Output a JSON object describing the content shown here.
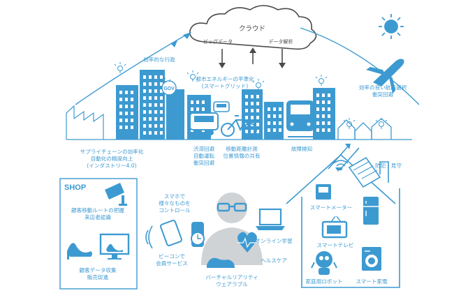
{
  "cloud": {
    "title": "クラウド",
    "big_data": "ビッグデータ",
    "analysis": "データ解析"
  },
  "labels": {
    "efficient_admin": "効率的な行政",
    "gov": "GOV",
    "smart_grid_1": "都市エネルギーの平準化",
    "smart_grid_2": "(スマートグリッド)",
    "traffic_1": "効率の良い航路選択",
    "traffic_2": "衝突回避",
    "supply_1": "サプライチェーンの効率化",
    "supply_2": "自動化の精度向上",
    "supply_3": "(インダストリー4.0)",
    "car_1": "渋滞回避",
    "car_2": "自動運転",
    "car_3": "衝突回避",
    "bike_1": "移動距離計測",
    "bike_2": "位置情報の共有",
    "train": "故障検知",
    "security": "防犯・見守",
    "smart_meter": "スマートメーター",
    "smart_tv": "スマートテレビ",
    "robot": "家庭用ロボット",
    "appliance": "スマート家電",
    "online": "オンライン学習",
    "health": "ヘルスケア",
    "vr_1": "バーチャルリアリティ",
    "vr_2": "ウェアラブル",
    "control_1": "スマホで",
    "control_2": "様々なものを",
    "control_3": "コントロール",
    "beacon_1": "ビーコンで",
    "beacon_2": "会員サービス"
  },
  "shop": {
    "title": "SHOP",
    "route_1": "顧客移動ルートの把握",
    "route_2": "来店者認識",
    "data_1": "顧客データ収集",
    "data_2": "販売促進"
  },
  "colors": {
    "accent": "#3d9ad1",
    "dark": "#4a4a4a",
    "light": "#d6e9f5"
  }
}
